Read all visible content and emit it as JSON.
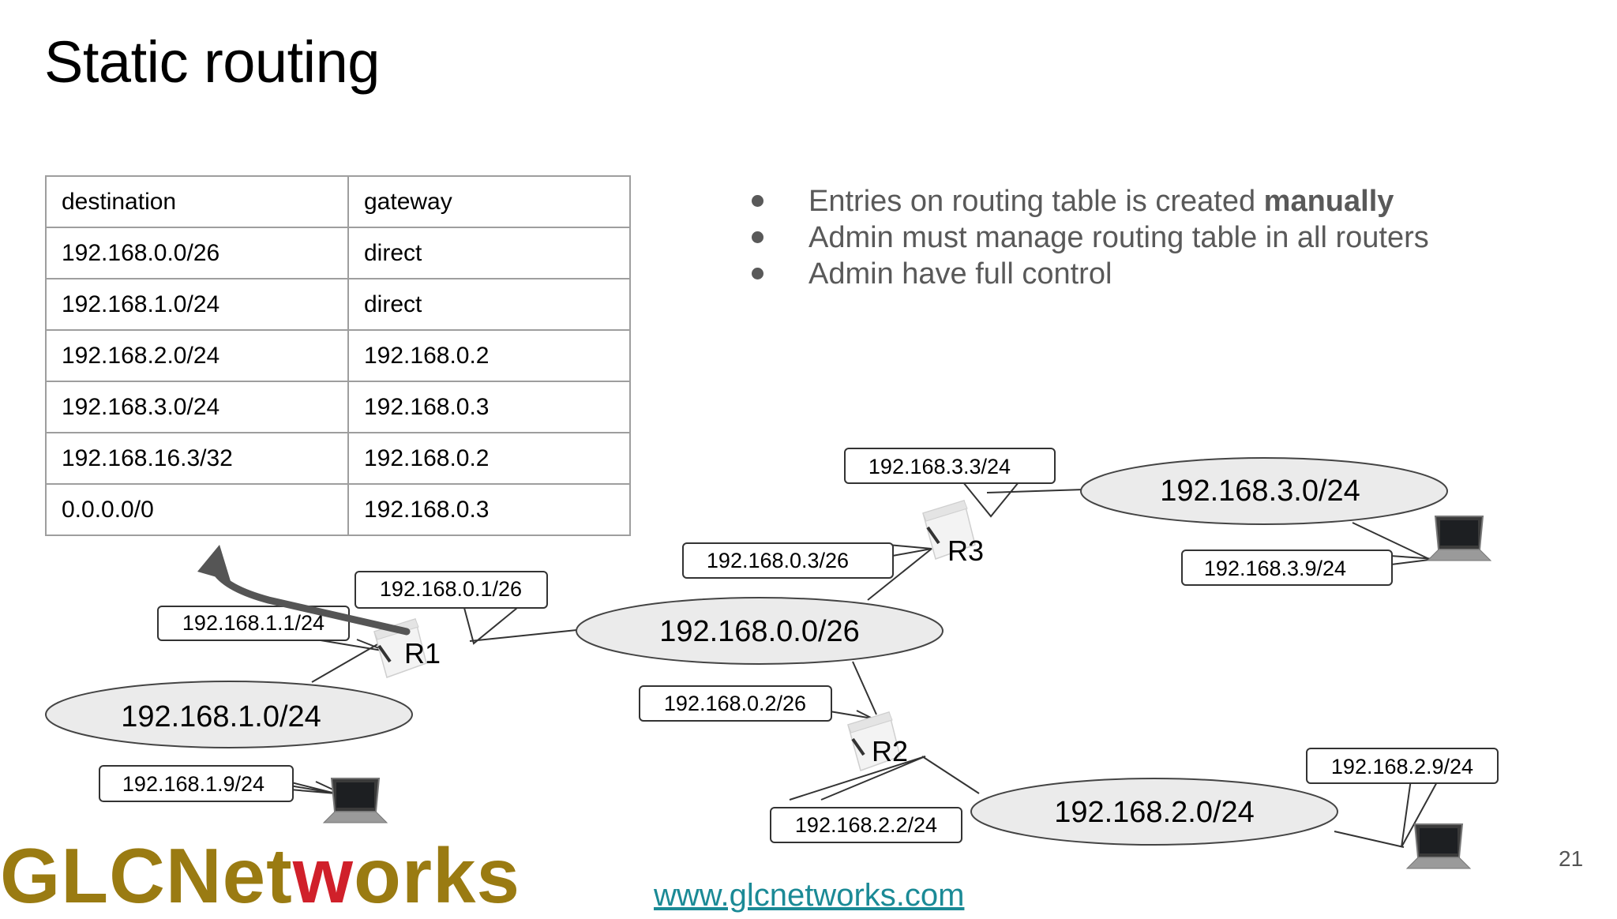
{
  "slide": {
    "title": "Static routing",
    "page_number": "21",
    "website": "www.glcnetworks.com",
    "logo_text": "GLCNetworks"
  },
  "routing_table": {
    "headers": [
      "destination",
      "gateway"
    ],
    "rows": [
      [
        "192.168.0.0/26",
        "direct"
      ],
      [
        "192.168.1.0/24",
        "direct"
      ],
      [
        "192.168.2.0/24",
        "192.168.0.2"
      ],
      [
        "192.168.3.0/24",
        "192.168.0.3"
      ],
      [
        "192.168.16.3/32",
        "192.168.0.2"
      ],
      [
        "0.0.0.0/0",
        "192.168.0.3"
      ]
    ]
  },
  "bullets": [
    {
      "text": "Entries on routing table is created ",
      "bold": "manually"
    },
    {
      "text": "Admin must manage routing table in all routers",
      "bold": ""
    },
    {
      "text": "Admin have full control",
      "bold": ""
    }
  ],
  "diagram": {
    "routers": [
      "R1",
      "R2",
      "R3"
    ],
    "networks": [
      "192.168.0.0/26",
      "192.168.1.0/24",
      "192.168.2.0/24",
      "192.168.3.0/24"
    ],
    "interface_labels": {
      "r1_lan": "192.168.1.1/24",
      "r1_wan": "192.168.0.1/26",
      "r2_wan": "192.168.0.2/26",
      "r2_lan": "192.168.2.2/24",
      "r3_wan": "192.168.0.3/26",
      "r3_lan": "192.168.3.3/24"
    },
    "host_labels": {
      "host1": "192.168.1.9/24",
      "host2": "192.168.2.9/24",
      "host3": "192.168.3.9/24"
    }
  },
  "colors": {
    "logo": "#9a7b12",
    "logo_accent": "#d0202a",
    "link": "#1b8a96",
    "bullet_text": "#595959",
    "arrow": "#555555"
  },
  "icons": [
    "router-icon",
    "laptop-icon",
    "arrow-icon"
  ]
}
